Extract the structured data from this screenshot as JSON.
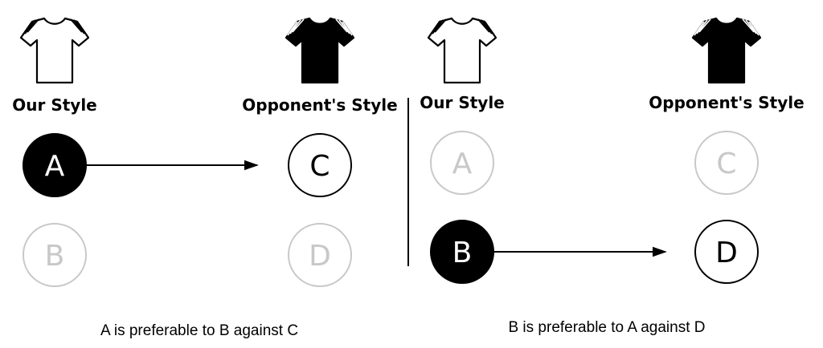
{
  "colors": {
    "active": "#000000",
    "inactive": "#c8c8c8",
    "background": "#ffffff"
  },
  "panels": [
    {
      "our_label": "Our Style",
      "opponent_label": "Opponent's Style",
      "our_shirt_icon": "white-tshirt-icon",
      "opponent_shirt_icon": "black-tshirt-icon",
      "our_options": [
        {
          "letter": "A",
          "state": "selected"
        },
        {
          "letter": "B",
          "state": "inactive"
        }
      ],
      "opponent_options": [
        {
          "letter": "C",
          "state": "target"
        },
        {
          "letter": "D",
          "state": "inactive"
        }
      ],
      "caption": "A is preferable to B against C"
    },
    {
      "our_label": "Our Style",
      "opponent_label": "Opponent's Style",
      "our_shirt_icon": "white-tshirt-icon",
      "opponent_shirt_icon": "black-tshirt-icon",
      "our_options": [
        {
          "letter": "A",
          "state": "inactive"
        },
        {
          "letter": "B",
          "state": "selected"
        }
      ],
      "opponent_options": [
        {
          "letter": "C",
          "state": "inactive"
        },
        {
          "letter": "D",
          "state": "target"
        }
      ],
      "caption": "B is preferable to A against D"
    }
  ]
}
